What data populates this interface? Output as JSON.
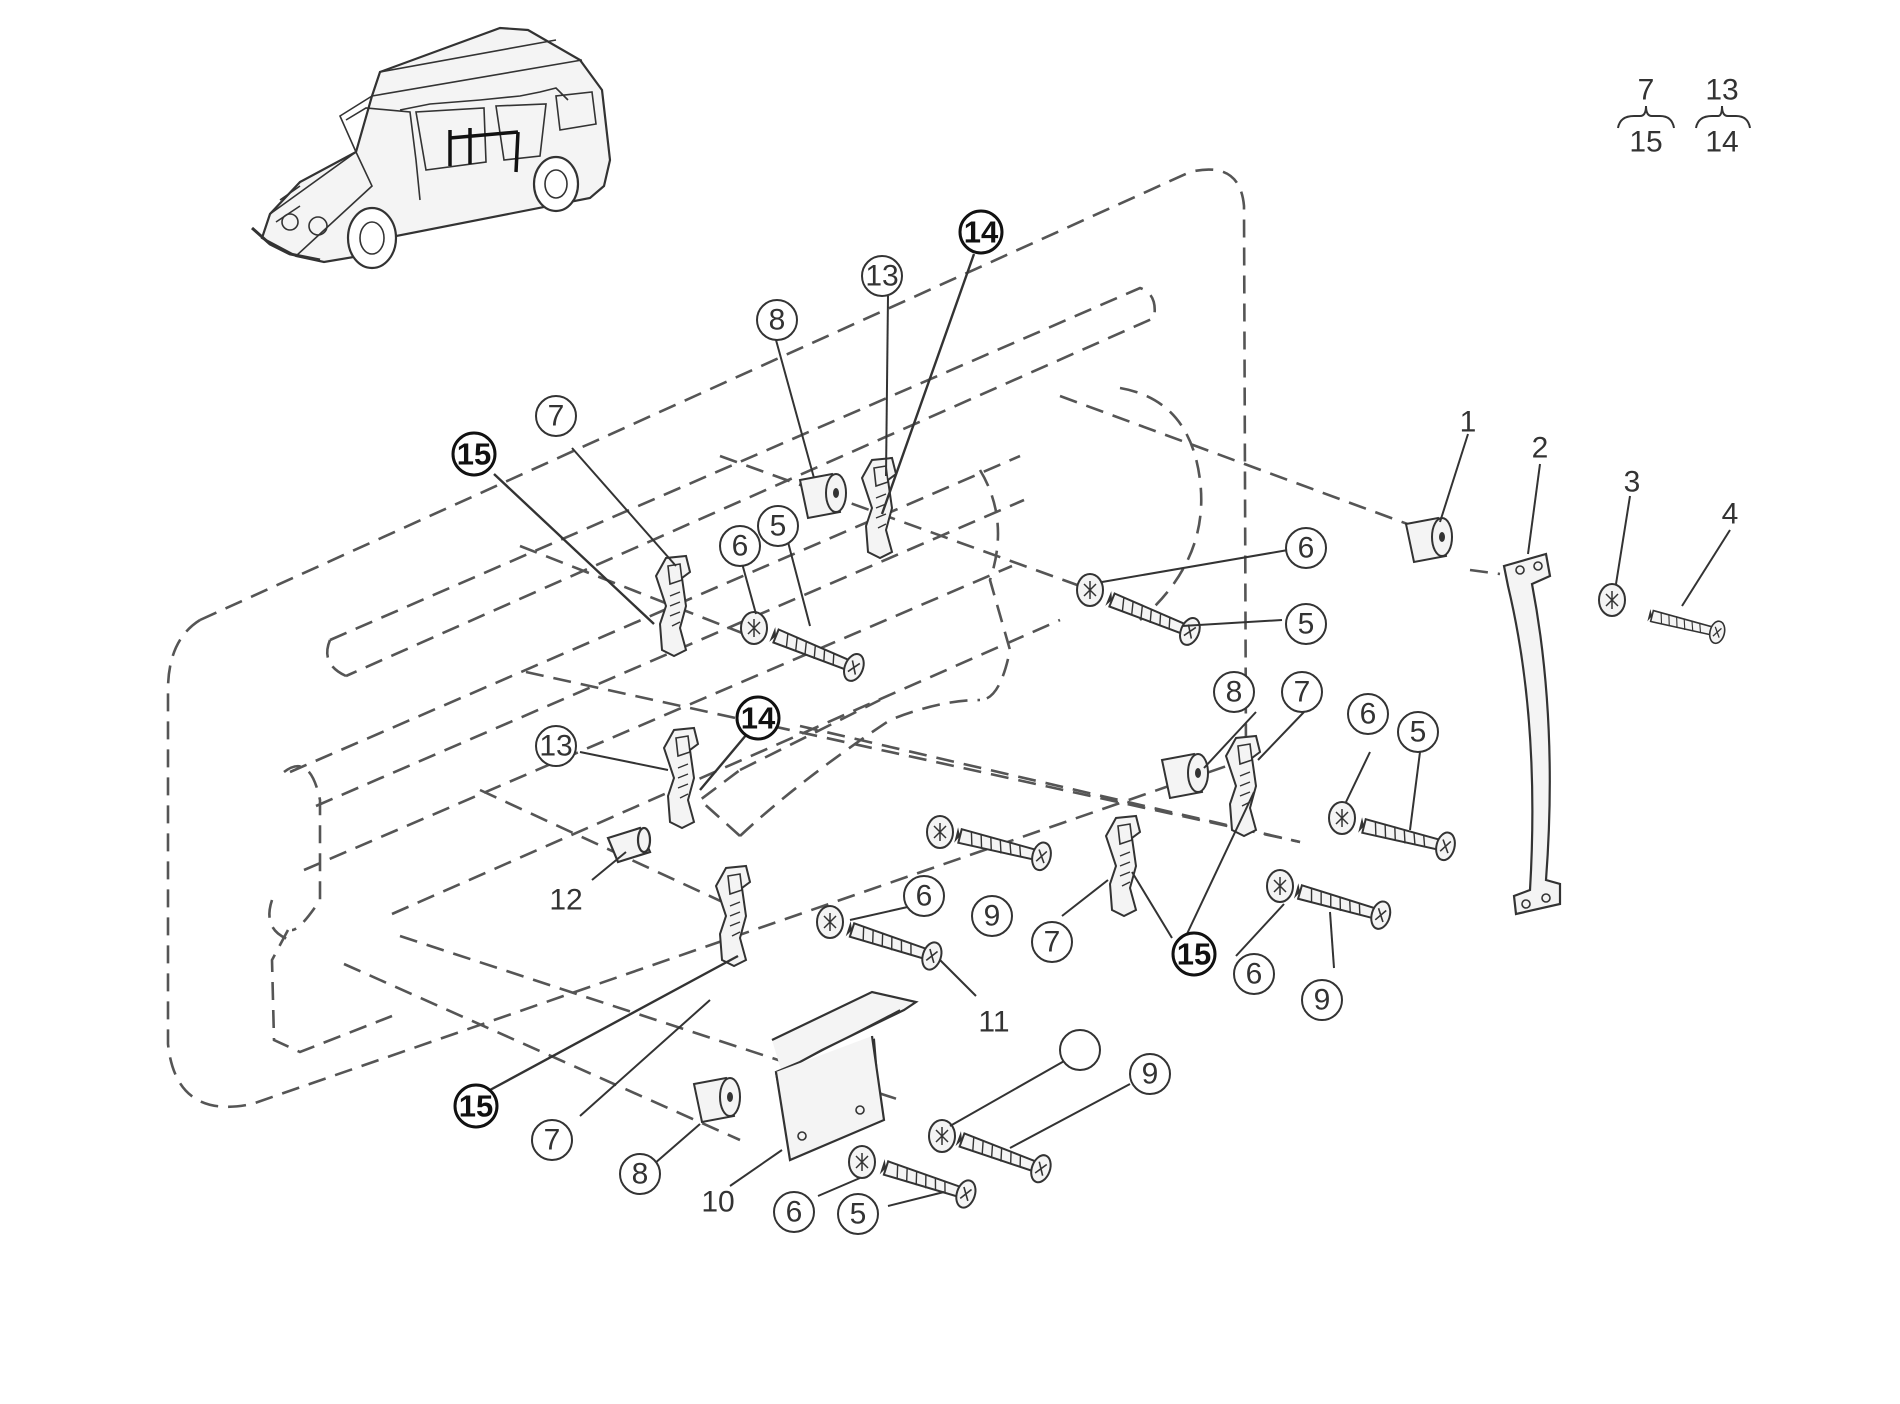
{
  "callouts": {
    "c1": "1",
    "c2": "2",
    "c3": "3",
    "c4": "4",
    "c5a": "5",
    "c5b": "5",
    "c5c": "5",
    "c5d": "5",
    "c6a": "6",
    "c6b": "6",
    "c6c": "6",
    "c6d": "6",
    "c6e": "6",
    "c6f": "6",
    "c7a": "7",
    "c7b": "7",
    "c7c": "7",
    "c7d": "7",
    "c8a": "8",
    "c8b": "8",
    "c8c": "8",
    "c9a": "9",
    "c9b": "9",
    "c9c": "9",
    "c10": "10",
    "c11": "11",
    "c12": "12",
    "c13a": "13",
    "c13b": "13",
    "c14a": "14",
    "c14b": "14",
    "c15a": "15",
    "c15b": "15",
    "c15c": "15"
  },
  "legend": {
    "pair1_top": "7",
    "pair1_bottom": "15",
    "pair2_top": "13",
    "pair2_bottom": "14"
  }
}
